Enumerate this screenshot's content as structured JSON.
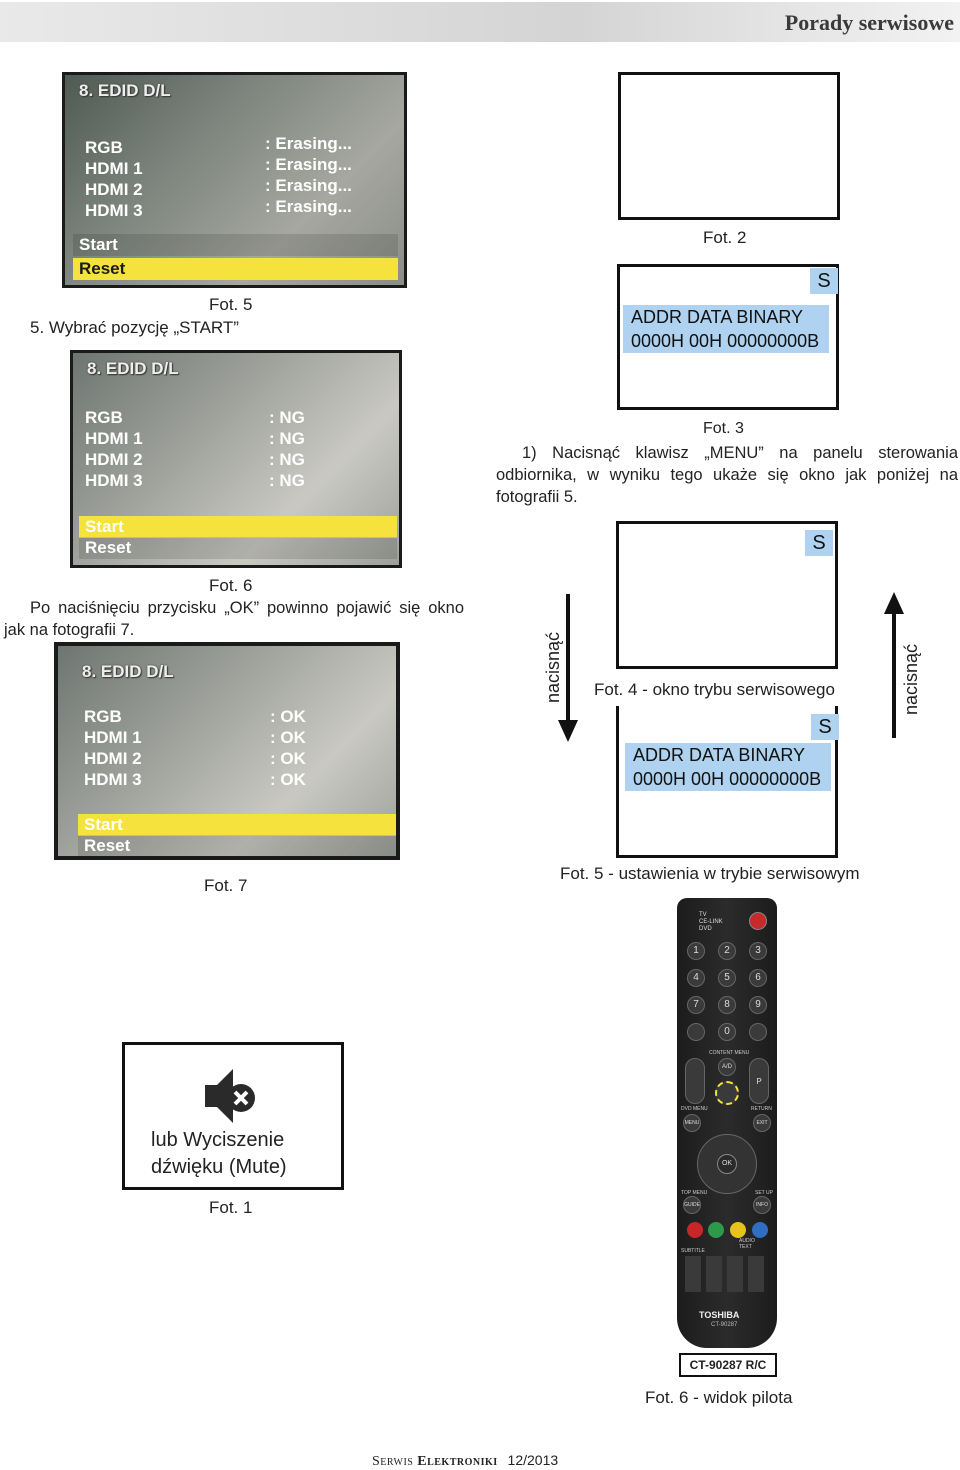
{
  "header": {
    "title": "Porady serwisowe"
  },
  "fot5": {
    "menu_title": "8. EDID D/L",
    "rows": [
      {
        "label": "RGB",
        "value": ": Erasing..."
      },
      {
        "label": "HDMI 1",
        "value": ": Erasing..."
      },
      {
        "label": "HDMI 2",
        "value": ": Erasing..."
      },
      {
        "label": "HDMI 3",
        "value": ": Erasing..."
      }
    ],
    "start": "Start",
    "reset": "Reset",
    "caption": "Fot. 5",
    "instruction": "5. Wybrać pozycję „START”"
  },
  "fot6": {
    "menu_title": "8. EDID D/L",
    "rows": [
      {
        "label": "RGB",
        "value": ": NG"
      },
      {
        "label": "HDMI 1",
        "value": ": NG"
      },
      {
        "label": "HDMI 2",
        "value": ": NG"
      },
      {
        "label": "HDMI 3",
        "value": ": NG"
      }
    ],
    "start": "Start",
    "reset": "Reset",
    "caption": "Fot. 6",
    "paragraph": "Po naciśnięciu przycisku „OK” powinno pojawić się okno jak na fotografii 7."
  },
  "fot7": {
    "menu_title": "8. EDID D/L",
    "rows": [
      {
        "label": "RGB",
        "value": ": OK"
      },
      {
        "label": "HDMI 1",
        "value": ": OK"
      },
      {
        "label": "HDMI 2",
        "value": ": OK"
      },
      {
        "label": "HDMI 3",
        "value": ": OK"
      }
    ],
    "start": "Start",
    "reset": "Reset",
    "caption": "Fot. 7"
  },
  "fot1": {
    "text_line1": "lub Wyciszenie",
    "text_line2": "dźwięku (Mute)",
    "caption": "Fot. 1",
    "icon": "mute-speaker-icon"
  },
  "fot2": {
    "caption": "Fot. 2"
  },
  "fot3": {
    "s_badge": "S",
    "line1": "ADDR DATA BINARY",
    "line2": "0000H 00H 00000000B",
    "caption": "Fot. 3",
    "paragraph": "1) Nacisnąć klawisz „MENU” na panelu sterowania odbiornika, w wyniku tego ukaże się okno jak poniżej na fotografii 5."
  },
  "fot4": {
    "s_badge": "S",
    "caption": "Fot. 4 - okno trybu serwisowego"
  },
  "fot5b": {
    "s_badge": "S",
    "line1": "ADDR DATA BINARY",
    "line2": "0000H 00H 00000000B",
    "caption": "Fot. 5 - ustawienia w trybie serwisowym"
  },
  "arrows": {
    "left_label": "nacisnąć",
    "right_label": "nacisnąć"
  },
  "remote": {
    "brand": "TOSHIBA",
    "model_small": "CT-90287",
    "model_label": "CT-90287 R/C",
    "caption": "Fot. 6 - widok pilota",
    "mode_labels": [
      "TV",
      "CE-LINK",
      "DVD"
    ],
    "numbers": [
      "1",
      "2",
      "3",
      "4",
      "5",
      "6",
      "7",
      "8",
      "9",
      "0"
    ],
    "labels": {
      "content_menu": "CONTENT MENU",
      "dvd_menu": "DVD MENU",
      "menu": "MENU",
      "return": "RETURN",
      "exit": "EXIT",
      "ok": "OK",
      "top_menu": "TOP MENU",
      "guide": "GUIDE",
      "setup": "SET UP",
      "info": "INFO",
      "subtitle": "SUBTITLE",
      "audio": "AUDIO",
      "text": "TEXT",
      "ad": "A/D",
      "p": "P"
    },
    "colors": {
      "red": "#c8262a",
      "green": "#2c9a4a",
      "yellow": "#e7c21c",
      "blue": "#2f6ec0"
    }
  },
  "footer": {
    "brand1": "Serwis",
    "brand2": "Elektroniki",
    "issue": "12/2013"
  }
}
